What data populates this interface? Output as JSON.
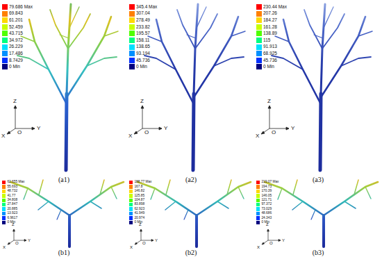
{
  "diagram": {
    "labels": [
      "(a1)",
      "(a2)",
      "(a3)",
      "(b1)",
      "(b2)",
      "(b3)",
      "Z",
      "Y",
      "O",
      "X",
      "Z",
      "Y",
      "O",
      "X",
      "Z",
      "Y",
      "O",
      "X",
      "Z",
      "Y",
      "O",
      "X",
      "Z",
      "Y",
      "O",
      "X",
      "Z",
      "Y",
      "O",
      "X"
    ],
    "legend": [
      {
        "text": "79.686 Max",
        "color": "#ff0000"
      },
      {
        "text": "69.843",
        "color": "#ff8000"
      },
      {
        "text": "61.201",
        "color": "#ffd800"
      },
      {
        "text": "52.459",
        "color": "#c8ff00"
      },
      {
        "text": "43.715",
        "color": "#50ff00"
      },
      {
        "text": "34.972",
        "color": "#00ff80"
      },
      {
        "text": "26.229",
        "color": "#00e0ff"
      },
      {
        "text": "17.486",
        "color": "#0090ff"
      },
      {
        "text": "8.7429",
        "color": "#0030ff"
      },
      {
        "text": "0 Min",
        "color": "#00007f"
      },
      {
        "text": "345.4 Max",
        "color": "#ff0000"
      },
      {
        "text": "307.04",
        "color": "#ff8000"
      },
      {
        "text": "278.49",
        "color": "#ffd800"
      },
      {
        "text": "233.82",
        "color": "#c8ff00"
      },
      {
        "text": "195.57",
        "color": "#50ff00"
      },
      {
        "text": "158.11",
        "color": "#00ff80"
      },
      {
        "text": "138.65",
        "color": "#00e0ff"
      },
      {
        "text": "93.194",
        "color": "#0090ff"
      },
      {
        "text": "45.736",
        "color": "#0030ff"
      },
      {
        "text": "0 Min",
        "color": "#00007f"
      },
      {
        "text": "230.44 Max",
        "color": "#ff0000"
      },
      {
        "text": "207.26",
        "color": "#ff8000"
      },
      {
        "text": "184.27",
        "color": "#ffd800"
      },
      {
        "text": "161.28",
        "color": "#c8ff00"
      },
      {
        "text": "138.89",
        "color": "#50ff00"
      },
      {
        "text": "115",
        "color": "#00ff80"
      },
      {
        "text": "91.913",
        "color": "#00e0ff"
      },
      {
        "text": "68.925",
        "color": "#0090ff"
      },
      {
        "text": "45.736",
        "color": "#0030ff"
      },
      {
        "text": "0 Min",
        "color": "#00007f"
      },
      {
        "text": "62.655 Max",
        "color": "#ff0000"
      },
      {
        "text": "55.693",
        "color": "#ff8000"
      },
      {
        "text": "48.732",
        "color": "#ffd800"
      },
      {
        "text": "41.77",
        "color": "#c8ff00"
      },
      {
        "text": "34.808",
        "color": "#50ff00"
      },
      {
        "text": "27.847",
        "color": "#00ff80"
      },
      {
        "text": "20.885",
        "color": "#00e0ff"
      },
      {
        "text": "13.923",
        "color": "#0090ff"
      },
      {
        "text": "6.9617",
        "color": "#0030ff"
      },
      {
        "text": "0 Min",
        "color": "#00007f"
      },
      {
        "text": "188.77 Max",
        "color": "#ff0000"
      },
      {
        "text": "167.8",
        "color": "#ff8000"
      },
      {
        "text": "146.82",
        "color": "#ffd800"
      },
      {
        "text": "125.85",
        "color": "#c8ff00"
      },
      {
        "text": "104.87",
        "color": "#50ff00"
      },
      {
        "text": "83.898",
        "color": "#00ff80"
      },
      {
        "text": "62.923",
        "color": "#00e0ff"
      },
      {
        "text": "41.949",
        "color": "#0090ff"
      },
      {
        "text": "20.974",
        "color": "#0030ff"
      },
      {
        "text": "0 Min",
        "color": "#00007f"
      },
      {
        "text": "219.07 Max",
        "color": "#ff0000"
      },
      {
        "text": "194.73",
        "color": "#ff8000"
      },
      {
        "text": "170.39",
        "color": "#ffd800"
      },
      {
        "text": "146.05",
        "color": "#c8ff00"
      },
      {
        "text": "121.71",
        "color": "#50ff00"
      },
      {
        "text": "97.372",
        "color": "#00ff80"
      },
      {
        "text": "73.029",
        "color": "#00e0ff"
      },
      {
        "text": "48.686",
        "color": "#0090ff"
      },
      {
        "text": "24.343",
        "color": "#0030ff"
      },
      {
        "text": "0 Min",
        "color": "#00007f"
      }
    ]
  }
}
